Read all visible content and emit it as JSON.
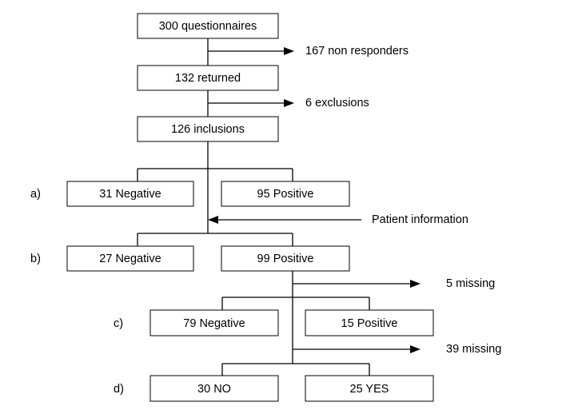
{
  "boxes": {
    "questionnaires": "300 questionnaires",
    "returned": "132 returned",
    "inclusions": "126 inclusions",
    "a_negative": "31 Negative",
    "a_positive": "95 Positive",
    "b_negative": "27 Negative",
    "b_positive": "99 Positive",
    "c_negative": "79 Negative",
    "c_positive": "15 Positive",
    "d_no": "30 NO",
    "d_yes": "25 YES"
  },
  "side_labels": {
    "non_responders": "167 non responders",
    "exclusions": "6 exclusions",
    "patient_information": "Patient information",
    "missing_5": "5 missing",
    "missing_39": "39 missing"
  },
  "row_labels": {
    "a": "a)",
    "b": "b)",
    "c": "c)",
    "d": "d)"
  }
}
